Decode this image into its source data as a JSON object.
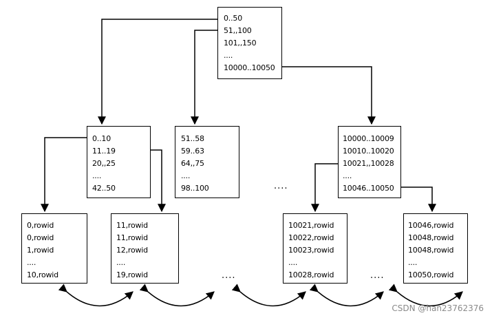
{
  "root": {
    "lines": [
      "0..50",
      "51,,100",
      "101,,150",
      "....",
      "10000..10050"
    ]
  },
  "branches": [
    {
      "lines": [
        "0..10",
        "11..19",
        "20,,25",
        "....",
        "42..50"
      ]
    },
    {
      "lines": [
        "51..58",
        "59..63",
        "64,,75",
        "....",
        "98..100"
      ]
    },
    {
      "lines": [
        "10000..10009",
        "10010..10020",
        "10021,,10028",
        "....",
        "10046..10050"
      ]
    }
  ],
  "leaves": [
    {
      "lines": [
        "0,rowid",
        "0,rowid",
        "1,rowid",
        "....",
        "10,rowid"
      ]
    },
    {
      "lines": [
        "11,rowid",
        "11,rowid",
        "12,rowid",
        "....",
        "19,rowid"
      ]
    },
    {
      "lines": [
        "10021,rowid",
        "10022,rowid",
        "10023,rowid",
        "....",
        "10028,rowid"
      ]
    },
    {
      "lines": [
        "10046,rowid",
        "10048,rowid",
        "10048,rowid",
        "....",
        "10050,rowid"
      ]
    }
  ],
  "ellipses": {
    "branch": "....",
    "leaf_left": "....",
    "leaf_right": "...."
  },
  "watermark": "CSDN @han23762376"
}
